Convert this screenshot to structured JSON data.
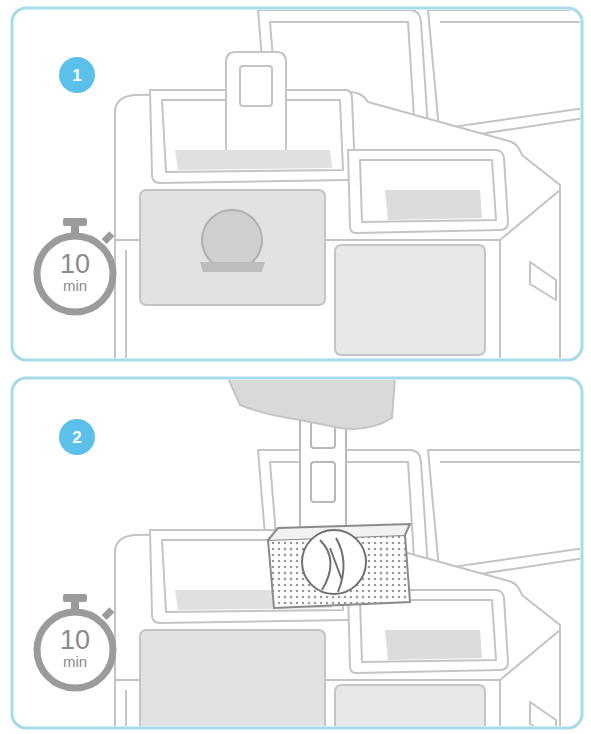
{
  "diagram": {
    "nodes": [
      {
        "text": [
          "1"
        ]
      },
      {
        "text": [
          "10",
          "min"
        ]
      },
      {
        "text": [
          "2"
        ]
      },
      {
        "text": [
          "10",
          "min"
        ]
      }
    ]
  }
}
